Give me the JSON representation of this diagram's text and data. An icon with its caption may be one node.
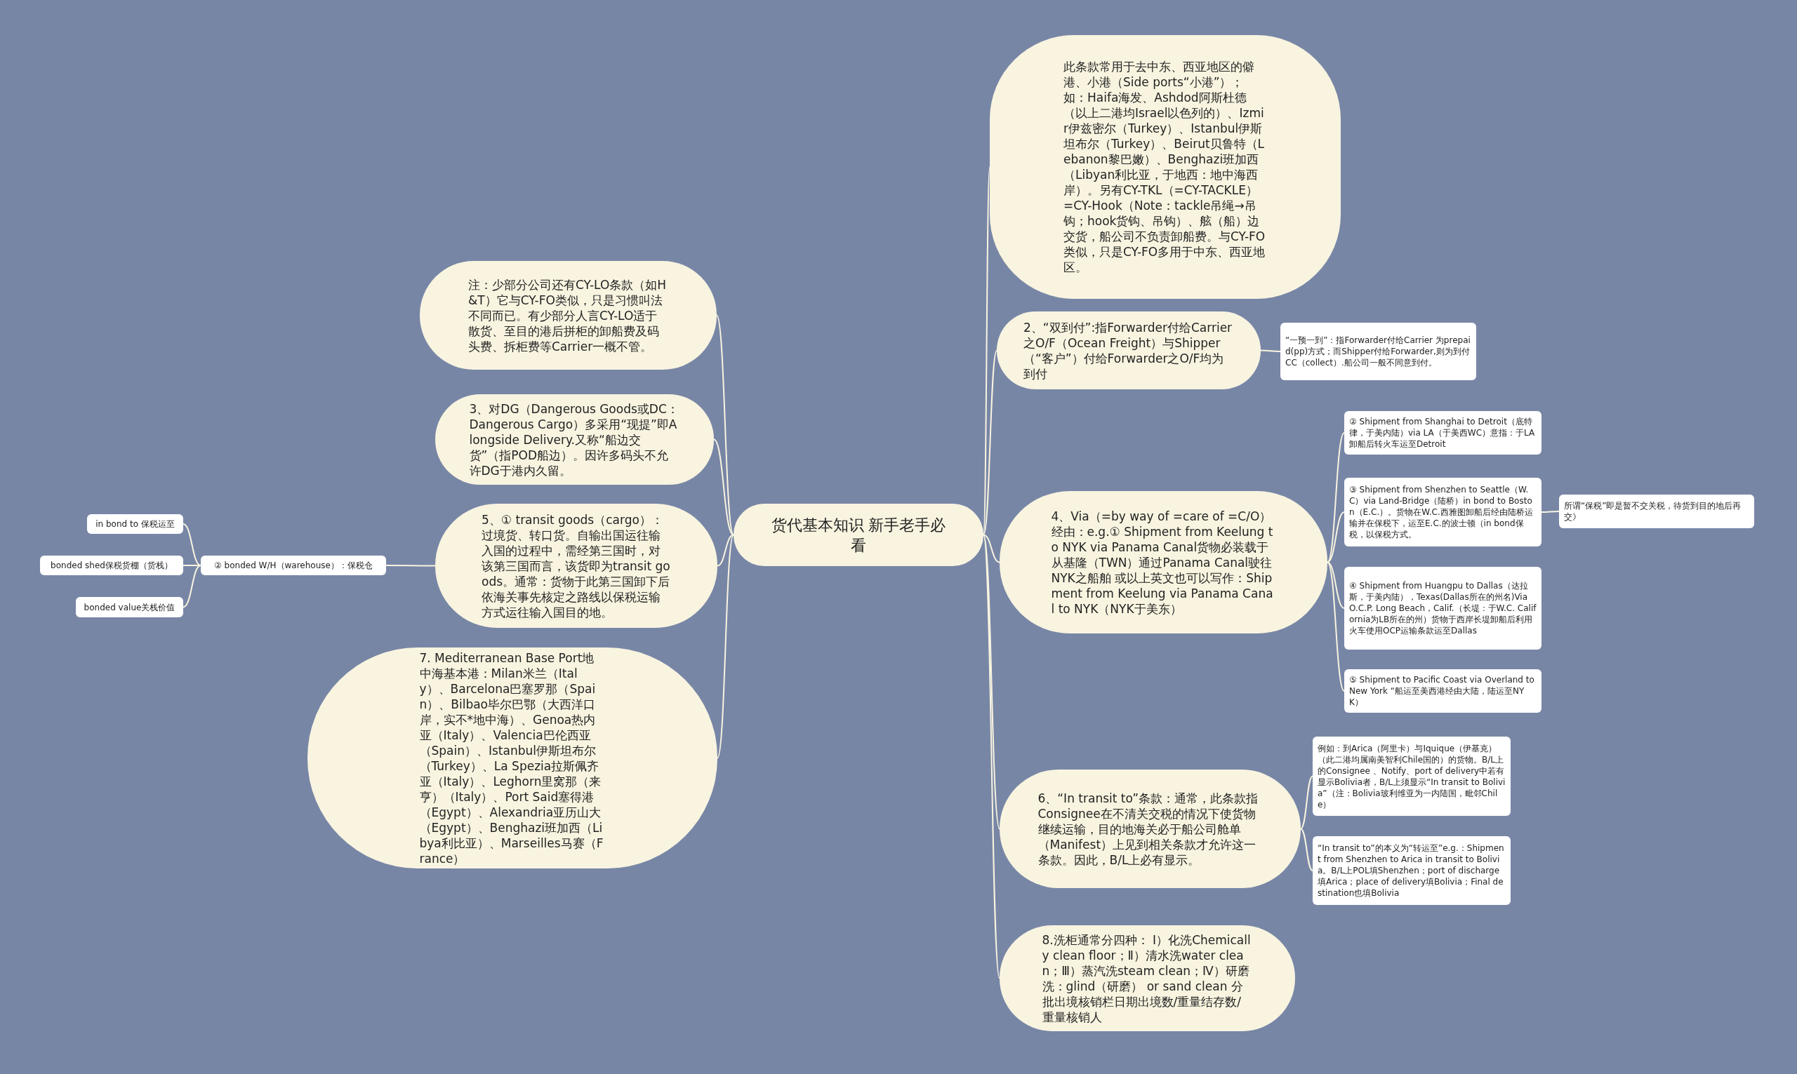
{
  "diagram": {
    "nodes": [
      {
        "text": [
          "货代基本知识 新手老手必看"
        ]
      },
      {
        "text": [
          "此条款常用于去中东、西亚地区的僻港、小港（Side ports“小港”）；如：Haifa海发、Ashdod阿斯杜德（以上二港均Israel以色列的）、Izmir伊兹密尔（Turkey）、Istanbul伊斯坦布尔（Turkey）、Beirut贝鲁特（Lebanon黎巴嫩）、Benghazi班加西（Libyan利比亚，于地西：地中海西岸）。另有CY-TKL（=CY-TACKLE）=CY-Hook（Note：tackle吊绳→吊钩；hook货钩、吊钩）、舷（船）边交货，船公司不负责卸船费。与CY-FO类似，只是CY-FO多用于中东、西亚地区。"
        ]
      },
      {
        "text": [
          "2、“双到付”:指Forwarder付给Carrier之O/F（Ocean Freight）与Shipper（“客户”）付给Forwarder之O/F均为到付"
        ]
      },
      {
        "text": [
          "“一预一到”：指Forwarder付给Carrier 为prepaid(pp)方式；而Shipper付给Forwarder,则为到付CC（collect）.船公司一般不同意到付。"
        ]
      },
      {
        "text": [
          "4、Via（=by way of =care of =C/O）经由：e.g.① Shipment from Keelung to NYK via Panama Canal货物必装载于从基隆（TWN）通过Panama Canal驶往NYK之船舶 或以上英文也可以写作：Shipment from Keelung via Panama Canal to NYK（NYK于美东）"
        ]
      },
      {
        "text": [
          "② Shipment from Shanghai to Detroit（底特律，于美内陆）via LA（于美西WC）意指：于LA卸船后转火车运至Detroit"
        ]
      },
      {
        "text": [
          "③ Shipment from Shenzhen to Seattle（W.C）via Land-Bridge（陆桥）in bond to Boston（E.C.）。货物在W.C.西雅图卸船后经由陆桥运输并在保税下，运至E.C.的波士顿（in bond保税，以保税方式。"
        ]
      },
      {
        "text": [
          "所谓“保税”即是暂不交关税，待货到目的地后再交》"
        ]
      },
      {
        "text": [
          "④ Shipment from Huangpu to Dallas（达拉斯，于美内陆），Texas(Dallas所在的州名)Via O.C.P. Long Beach，Calif.（长堤：于W.C. California为LB所在的州）货物于西岸长堤卸船后利用火车使用OCP运输条款运至Dallas"
        ]
      },
      {
        "text": [
          "⑤ Shipment to Pacific Coast via Overland to New York “船运至美西港经由大陆，陆运至NYK）"
        ]
      },
      {
        "text": [
          "6、“In transit to”条款：通常，此条款指Consignee在不清关交税的情况下使货物继续运输，目的地海关必于船公司舱单（Manifest）上见到相关条款才允许这一条款。因此，B/L上必有显示。"
        ]
      },
      {
        "text": [
          "例如：到Arica（阿里卡）与Iquique（伊基克）（此二港均属南美智利Chile国的）的货物。B/L上的Consignee 、Notify、port of delivery中若有显示Bolivia者，B/L上须显示“In transit to Bolivia”（注：Bolivia玻利维亚为一内陆国，毗邻Chile）"
        ]
      },
      {
        "text": [
          "“In transit to”的本义为“转运至”e.g.：Shipment from Shenzhen to Arica in transit to Bolivia。B/L上POL填Shenzhen；port of discharge填Arica；place of delivery填Bolivia；Final destination也填Bolivia"
        ]
      },
      {
        "text": [
          "8.洗柜通常分四种： Ⅰ）化洗Chemically clean floor；Ⅱ）清水洗water clean；Ⅲ）蒸汽洗steam clean；Ⅳ）研磨洗：glind（研磨） or sand clean 分批出境核销栏日期出境数/重量结存数/重量核销人"
        ]
      },
      {
        "text": [
          "注：少部分公司还有CY-LO条款（如H&T）它与CY-FO类似，只是习惯叫法不同而已。有少部分人言CY-LO适于散货、至目的港后拼柜的卸船费及码头费、拆柜费等Carrier一概不管。"
        ]
      },
      {
        "text": [
          "3、对DG（Dangerous Goods或DC：Dangerous Cargo）多采用“现提”即Alongside Delivery.又称“船边交货”（指POD船边）。因许多码头不允许DG于港内久留。"
        ]
      },
      {
        "text": [
          "5、① transit goods（cargo）：过境货、转口货。自输出国运往输入国的过程中，需经第三国时，对该第三国而言，该货即为transit goods。通常：货物于此第三国卸下后依海关事先核定之路线以保税运输方式运往输入国目的地。"
        ]
      },
      {
        "text": [
          "② bonded W/H（warehouse）：保税仓"
        ]
      },
      {
        "text": [
          "in bond to 保税运至"
        ]
      },
      {
        "text": [
          "bonded shed保税货棚（货栈）"
        ]
      },
      {
        "text": [
          "bonded value关栈价值"
        ]
      },
      {
        "text": [
          "7. Mediterranean Base Port地中海基本港：Milan米兰（Italy）、Barcelona巴塞罗那（Spain）、Bilbao毕尔巴鄂（大西洋口岸，实不*地中海）、Genoa热内亚（Italy）、Valencia巴伦西亚（Spain）、Istanbul伊斯坦布尔（Turkey）、La Spezia拉斯佩齐亚（Italy）、Leghorn里窝那（来亨）（Italy）、Port Said塞得港（Egypt）、Alexandria亚历山大（Egypt）、Benghazi班加西（Libya利比亚）、Marseilles马赛（France）"
        ]
      }
    ],
    "edges": [
      {
        "from": 0,
        "to": 1,
        "arrow": "none"
      },
      {
        "from": 0,
        "to": 2,
        "arrow": "none"
      },
      {
        "from": 2,
        "to": 3,
        "arrow": "none"
      },
      {
        "from": 0,
        "to": 4,
        "arrow": "none"
      },
      {
        "from": 4,
        "to": 5,
        "arrow": "none"
      },
      {
        "from": 4,
        "to": 6,
        "arrow": "none"
      },
      {
        "from": 6,
        "to": 7,
        "arrow": "none"
      },
      {
        "from": 4,
        "to": 8,
        "arrow": "none"
      },
      {
        "from": 4,
        "to": 9,
        "arrow": "none"
      },
      {
        "from": 0,
        "to": 10,
        "arrow": "none"
      },
      {
        "from": 10,
        "to": 11,
        "arrow": "none"
      },
      {
        "from": 10,
        "to": 12,
        "arrow": "none"
      },
      {
        "from": 0,
        "to": 13,
        "arrow": "none"
      },
      {
        "from": 0,
        "to": 14,
        "arrow": "none"
      },
      {
        "from": 0,
        "to": 15,
        "arrow": "none"
      },
      {
        "from": 0,
        "to": 16,
        "arrow": "none"
      },
      {
        "from": 16,
        "to": 17,
        "arrow": "none"
      },
      {
        "from": 17,
        "to": 18,
        "arrow": "none"
      },
      {
        "from": 17,
        "to": 19,
        "arrow": "none"
      },
      {
        "from": 17,
        "to": 20,
        "arrow": "none"
      },
      {
        "from": 0,
        "to": 21,
        "arrow": "none"
      }
    ]
  }
}
